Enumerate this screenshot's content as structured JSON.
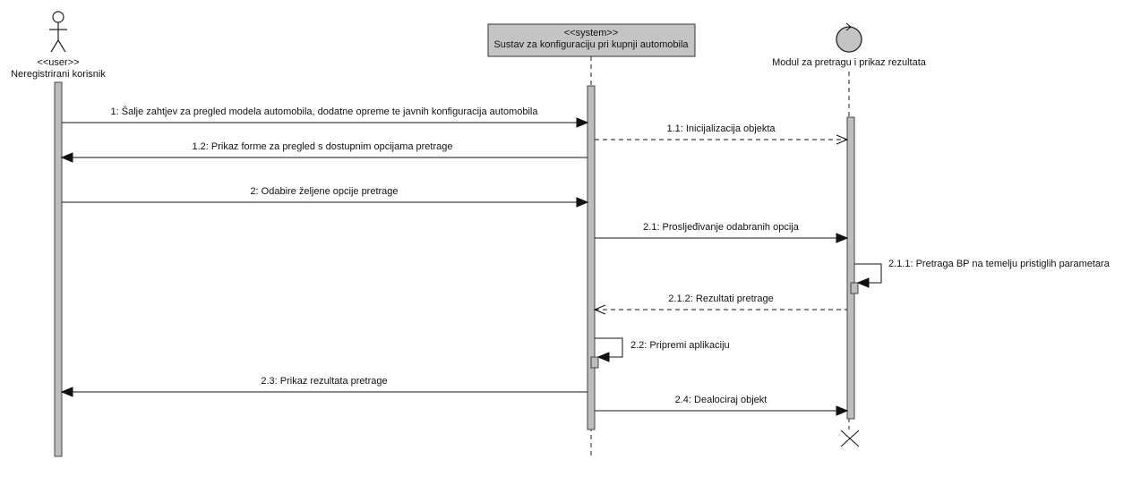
{
  "participants": {
    "actor": {
      "stereotype": "<<user>>",
      "name": "Neregistrirani korisnik"
    },
    "system": {
      "stereotype": "<<system>>",
      "name": "Sustav za konfiguraciju pri kupnji automobila"
    },
    "control": {
      "stereotype": "",
      "name": "Modul za pretragu i prikaz rezultata"
    }
  },
  "messages": [
    {
      "label": "1: Šalje zahtjev za pregled   modela automobila, dodatne opreme te javnih konfiguracija automobila",
      "from": "actor",
      "to": "system",
      "style": "sync"
    },
    {
      "label": "1.1: Inicijalizacija objekta",
      "from": "system",
      "to": "control",
      "style": "create"
    },
    {
      "label": "1.2: Prikaz forme za pregled s dostupnim opcijama pretrage",
      "from": "system",
      "to": "actor",
      "style": "sync"
    },
    {
      "label": "2: Odabire željene opcije pretrage",
      "from": "actor",
      "to": "system",
      "style": "sync"
    },
    {
      "label": "2.1: Prosljeđivanje odabranih opcija",
      "from": "system",
      "to": "control",
      "style": "sync"
    },
    {
      "label": "2.1.1: Pretraga BP na temelju pristiglih parametara",
      "from": "control",
      "to": "control",
      "style": "self"
    },
    {
      "label": "2.1.2: Rezultati pretrage",
      "from": "control",
      "to": "system",
      "style": "reply"
    },
    {
      "label": "2.2: Pripremi aplikaciju",
      "from": "system",
      "to": "system",
      "style": "self"
    },
    {
      "label": "2.3: Prikaz rezultata pretrage",
      "from": "system",
      "to": "actor",
      "style": "sync"
    },
    {
      "label": "2.4: Dealociraj objekt",
      "from": "system",
      "to": "control",
      "style": "sync"
    }
  ]
}
